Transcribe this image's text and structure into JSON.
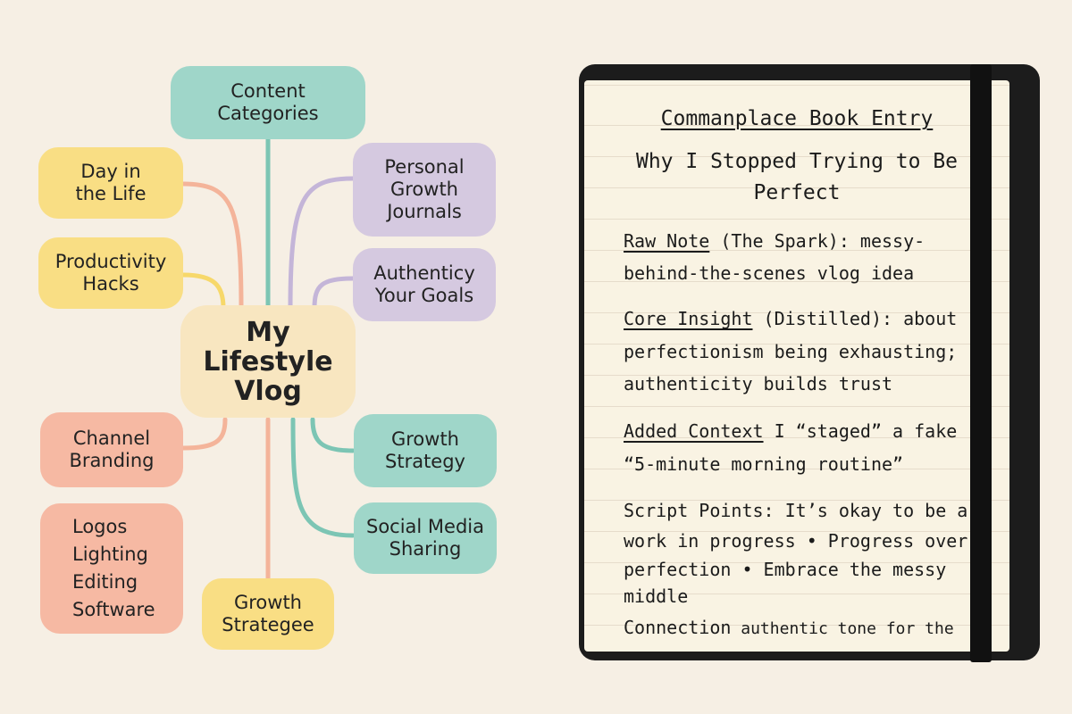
{
  "mindmap": {
    "center": "My\nLifestyle\nVlog",
    "nodes": {
      "content_categories": "Content\nCategories",
      "day_in_life": "Day in\nthe Life",
      "productivity_hacks": "Productivity\nHacks",
      "personal_growth": "Personal\nGrowth\nJournals",
      "authenticity_goals": "Authenticy\nYour Goals",
      "channel_branding": "Channel\nBranding",
      "growth_strategy": "Growth\nStrategy",
      "social_media": "Social Media\nSharing",
      "branding_list": "Logos\nLighting\nEditing\nSoftware",
      "growth_strategee": "Growth\nStrategee"
    }
  },
  "notebook": {
    "heading": "Commanplace Book Entry",
    "title_line1": "Why I Stopped Trying to Be",
    "title_line2": "Perfect",
    "raw_label": "Raw Note",
    "raw_paren": " (The Spark): messy-",
    "raw_line2": "behind-the-scenes vlog idea",
    "core_label": "Core Insight",
    "core_paren": " (Distilled): about",
    "core_line2": "perfectionism being exhausting;",
    "core_line3": "authenticity builds trust",
    "added_label": "Added Context",
    "added_rest": "  I “staged” a fake",
    "added_line2": "“5-minute morning routine”",
    "script_line1": "Script Points: It’s okay to be a",
    "script_line2": "work in progress • Progress over",
    "script_line3": "perfection • Embrace the messy",
    "script_line4": "middle",
    "connection_label": "Connection",
    "connection_rest": "  authentic tone for the"
  },
  "colors": {
    "teal": "#9fd6c9",
    "purple": "#d5c9e0",
    "yellow": "#f9de84",
    "peach": "#f6b9a3",
    "cream": "#f8e6c0",
    "notebook": "#1c1c1c"
  }
}
